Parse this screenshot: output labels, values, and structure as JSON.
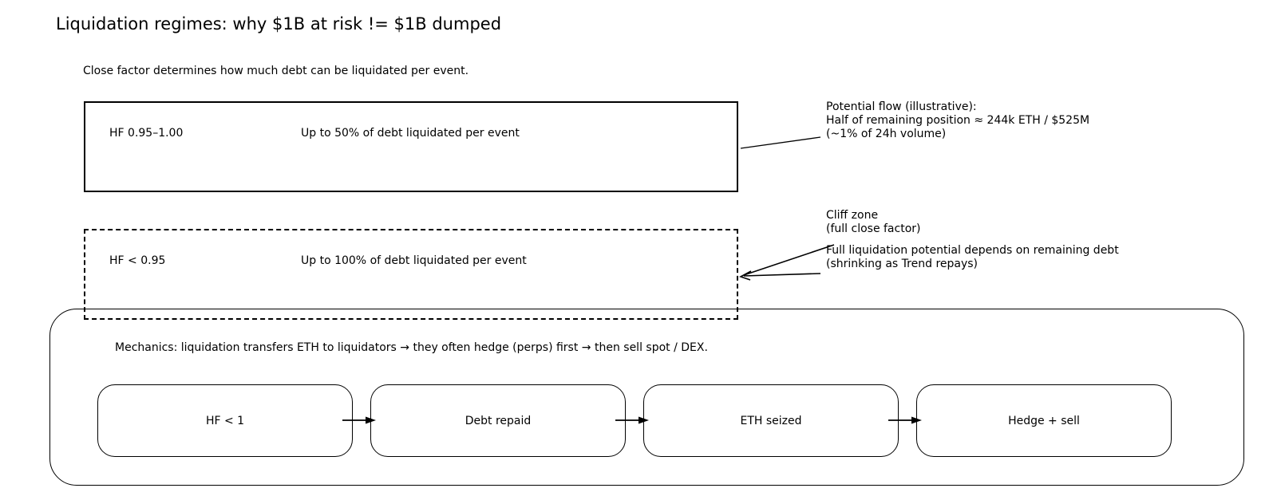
{
  "title": "Liquidation regimes: why $1B at risk != $1B dumped",
  "subtitle": "Close factor determines how much debt can be liquidated per event.",
  "regimes": [
    {
      "range": "HF 0.95–1.00",
      "rule": "Up to 50% of debt liquidated per event",
      "border_style": "solid"
    },
    {
      "range": "HF < 0.95",
      "rule": "Up to 100% of debt liquidated per event",
      "border_style": "dashed"
    }
  ],
  "annotations": {
    "potential_flow": {
      "line1": "Potential flow (illustrative):",
      "line2": "Half of remaining position ≈ 244k ETH / $525M",
      "line3": "(~1% of 24h volume)"
    },
    "cliff_zone": {
      "line1": "Cliff zone",
      "line2": "(full close factor)"
    },
    "full_liquidation": {
      "line1": "Full liquidation potential depends on remaining debt",
      "line2": "(shrinking as Trend repays)"
    }
  },
  "mechanics": {
    "caption": "Mechanics: liquidation transfers ETH to liquidators → they often hedge (perps) first → then sell spot / DEX.",
    "steps": [
      "HF < 1",
      "Debt repaid",
      "ETH seized",
      "Hedge + sell"
    ]
  },
  "colors": {
    "ink": "#000000",
    "background": "#ffffff"
  }
}
